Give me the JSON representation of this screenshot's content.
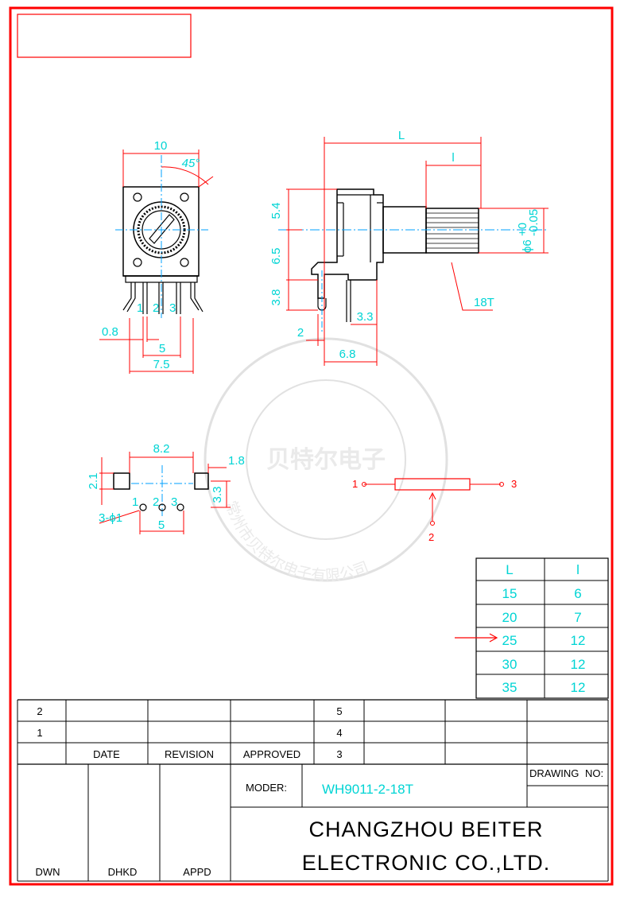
{
  "colors": {
    "frame": "#ff0000",
    "outline": "#000000",
    "dimension": "#00d4d4",
    "center_line": "#00a0ff",
    "stamp": "#dcdcdc"
  },
  "front_view": {
    "dim_width": "10",
    "dim_angle": "45°",
    "dim_pin_width": "0.8",
    "dim_pin_pitch": "5",
    "dim_pin_span": "7.5",
    "pin_labels": [
      "1",
      "2",
      "3"
    ]
  },
  "side_view": {
    "dim_length": "L",
    "dim_shaft": "l",
    "dim_top": "5.4",
    "dim_mid": "6.5",
    "dim_low": "3.8",
    "dim_pin_offset": "3.3",
    "dim_two": "2",
    "dim_six_eight": "6.8",
    "dim_diameter": "ϕ6",
    "tol_upper": "+0",
    "tol_lower": "-0.05",
    "knurl_label": "18T"
  },
  "bottom_view": {
    "dim_top": "8.2",
    "dim_tab": "1.8",
    "dim_height": "2.1",
    "dim_offset": "3.3",
    "dim_holes": "3-ϕ1",
    "dim_pitch": "5",
    "pin_labels": [
      "1",
      "2",
      "3"
    ]
  },
  "schematic": {
    "pins": [
      "1",
      "3",
      "2"
    ]
  },
  "length_table": {
    "headers": [
      "L",
      "l"
    ],
    "rows": [
      {
        "L": "15",
        "l": "6"
      },
      {
        "L": "20",
        "l": "7"
      },
      {
        "L": "25",
        "l": "12"
      },
      {
        "L": "30",
        "l": "12"
      },
      {
        "L": "35",
        "l": "12"
      }
    ],
    "selected_row": 2
  },
  "stamp": {
    "center_text": "贝特尔电子",
    "ring_text": "常州市贝特尔电子有限公司"
  },
  "title_block": {
    "revision_rows": [
      "2",
      "1"
    ],
    "right_rows": [
      "5",
      "4",
      "3"
    ],
    "date_label": "DATE",
    "revision_label": "REVISION",
    "approved_label": "APPROVED",
    "moder_label": "MODER:",
    "moder_value": "WH9011-2-18T",
    "drawing_label": "DRAWING",
    "no_label": "NO:",
    "company_line1": "CHANGZHOU BEITER",
    "company_line2": "ELECTRONIC CO.,LTD.",
    "dwn": "DWN",
    "dhkd": "DHKD",
    "appd": "APPD"
  }
}
